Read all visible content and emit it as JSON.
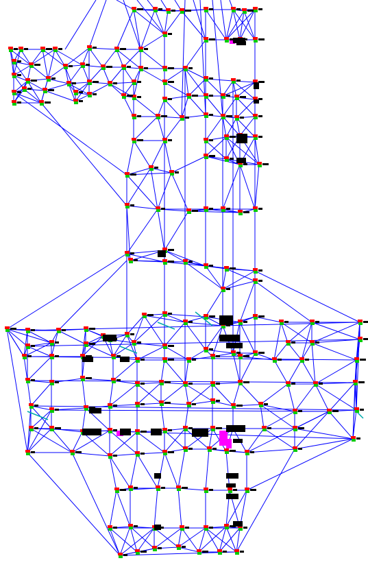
{
  "colors": {
    "background": "#ffffff",
    "edge": "#0000ff",
    "node_top": "#ff0000",
    "node_bottom": "#00cc00",
    "label": "#000000",
    "highlight": "#ff00ff",
    "accent": "#00aaaa"
  },
  "diagram": {
    "type": "triangulated-network",
    "regions": [
      "upper-column",
      "left-arm",
      "central-hub",
      "lower-body"
    ]
  }
}
